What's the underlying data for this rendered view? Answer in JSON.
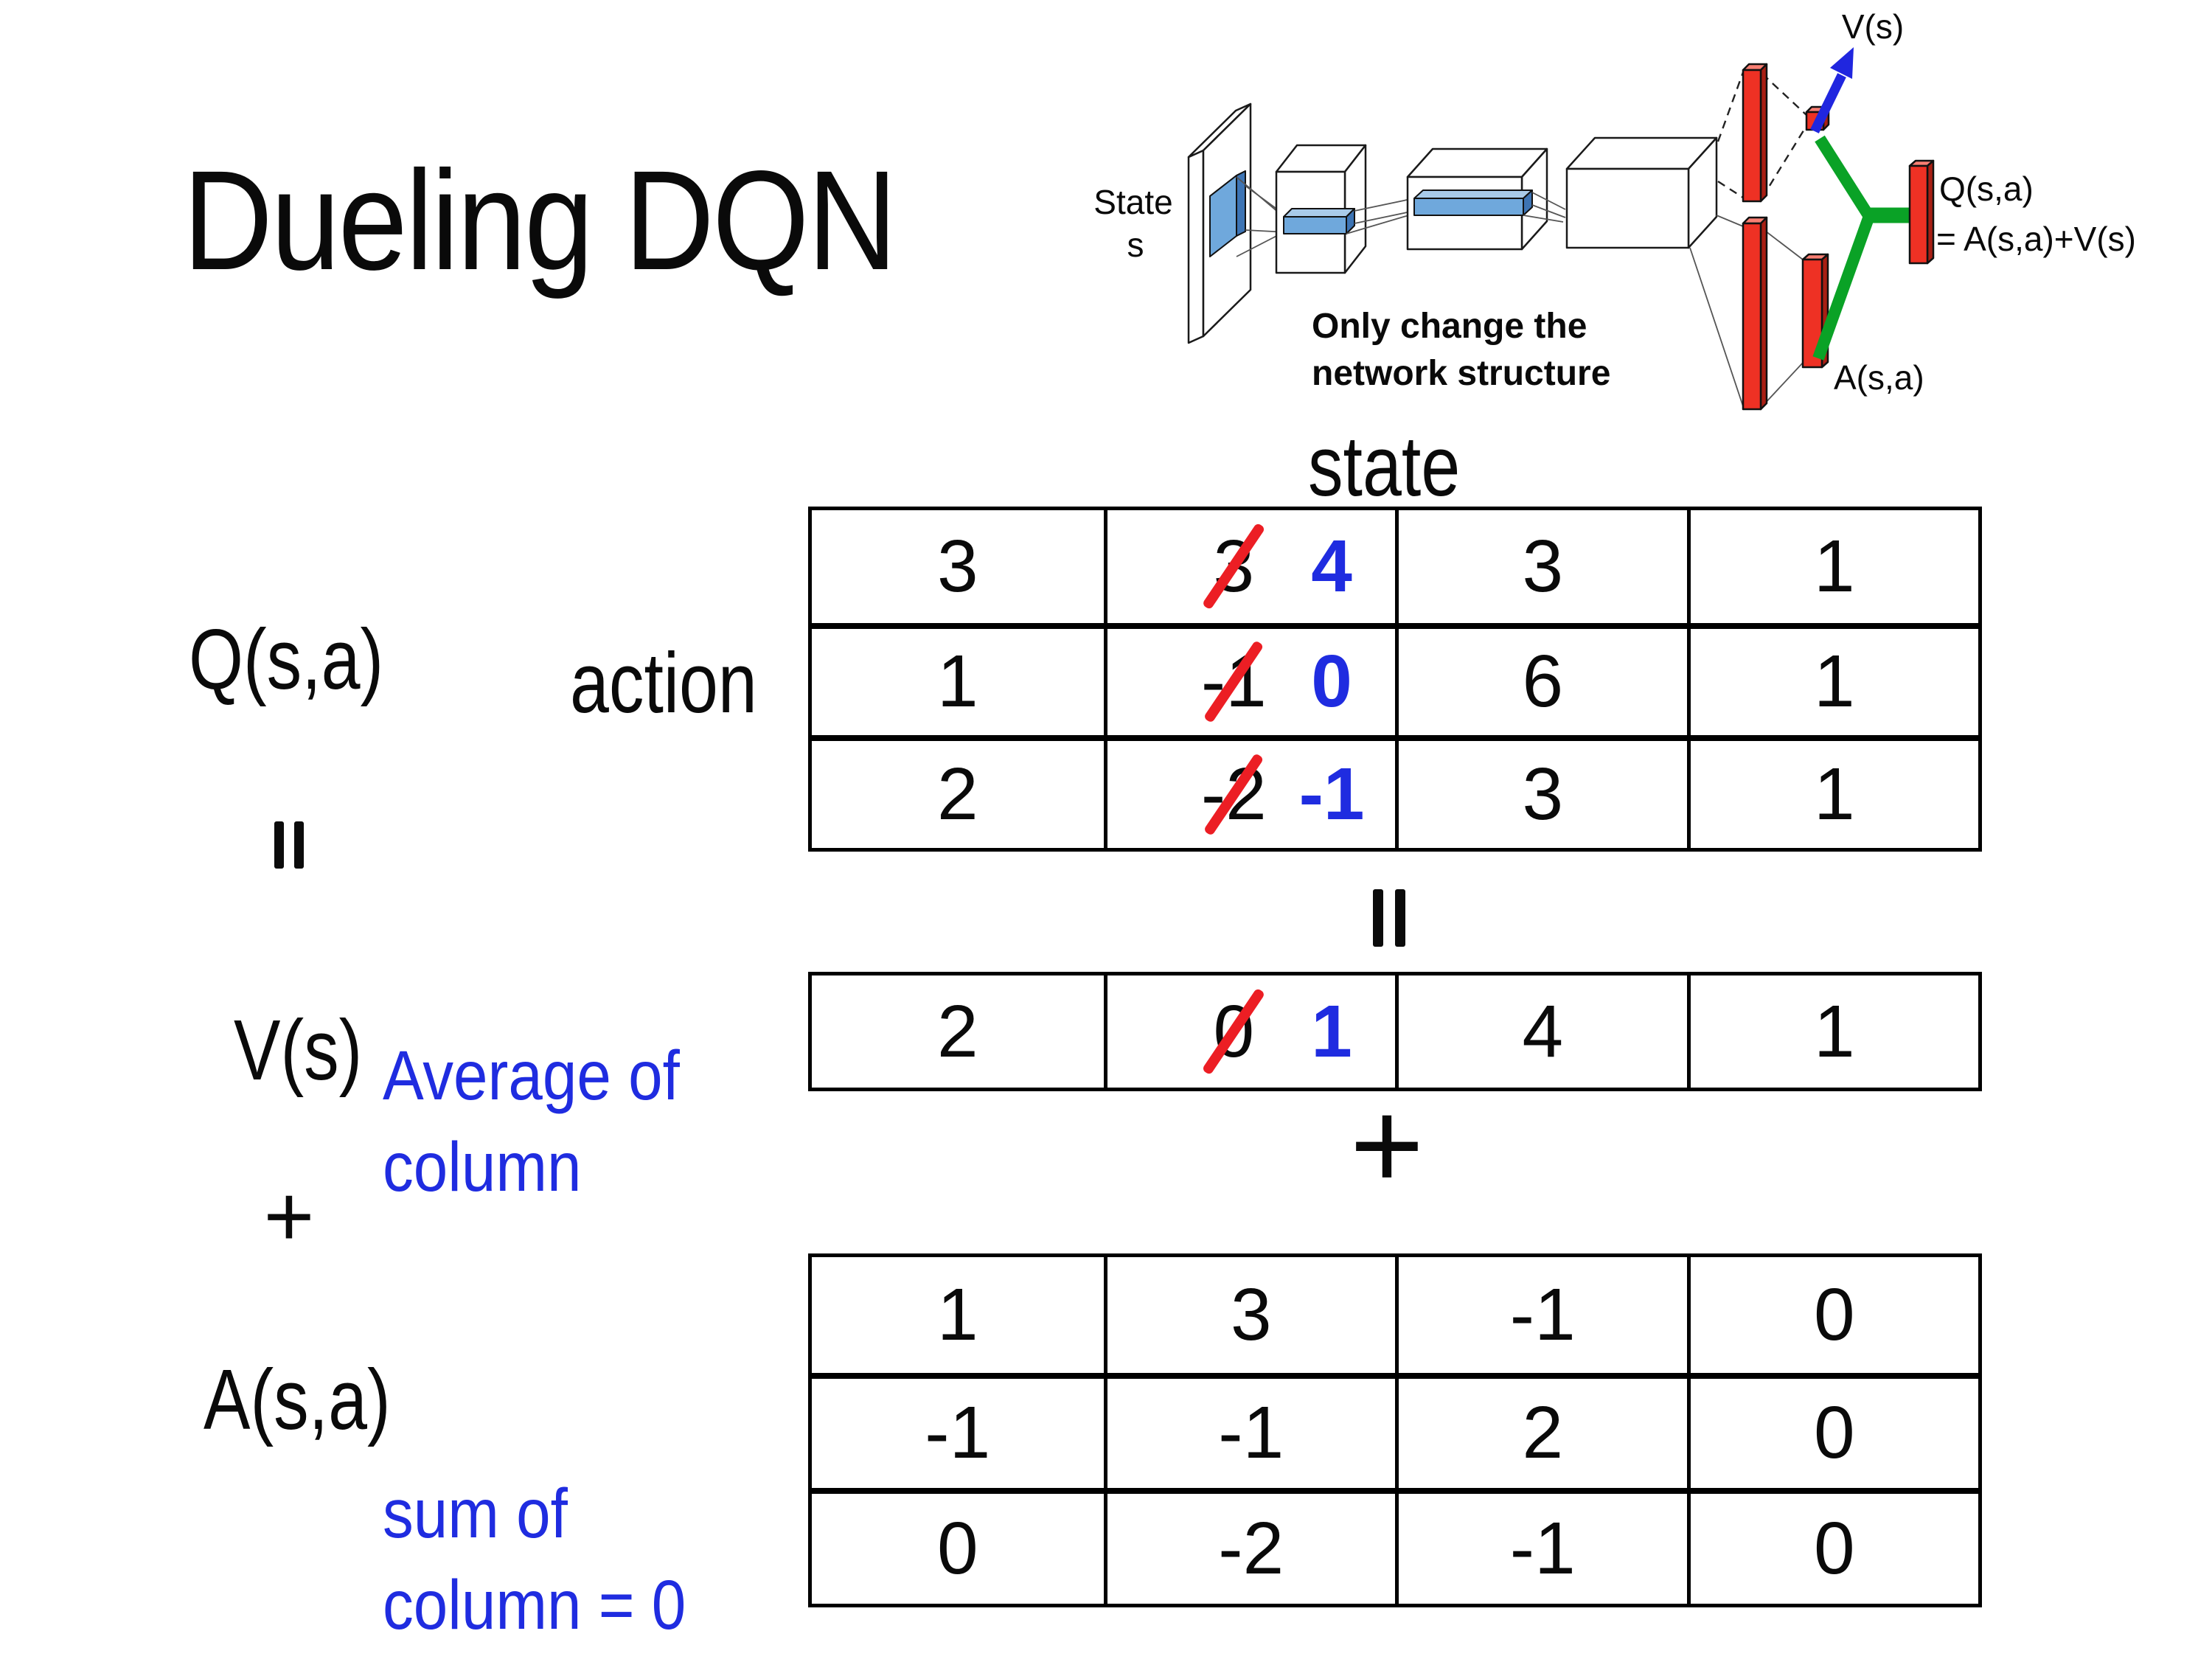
{
  "title": "Dueling DQN",
  "colors": {
    "annotation_blue": "#1f2ce0",
    "strike_red": "#ec1e24",
    "layer_red": "#ee3124",
    "feature_map_blue": "#6fa8dc",
    "merge_green": "#0aa226",
    "arrow_blue": "#2026df"
  },
  "diagram": {
    "state_line1": "State",
    "state_line2": "s",
    "v_out": "V(s)",
    "q_out1": "Q(s,a)",
    "q_out2": "= A(s,a)+V(s)",
    "a_out": "A(s,a)",
    "note1": "Only change the",
    "note2": "network structure"
  },
  "eq": {
    "q_label": "Q(s,a)",
    "action_label": "action",
    "state_header": "state",
    "v_label": "V(s)",
    "a_label": "A(s,a)",
    "avg1": "Average of",
    "avg2": "column",
    "sum1": "sum of",
    "sum2": "column = 0",
    "plus": "+",
    "equals": "="
  },
  "q_table": {
    "rows": [
      {
        "cells": [
          {
            "value": "3"
          },
          {
            "old": "3",
            "new": "4"
          },
          {
            "value": "3"
          },
          {
            "value": "1"
          }
        ]
      },
      {
        "cells": [
          {
            "value": "1"
          },
          {
            "old": "-1",
            "new": "0"
          },
          {
            "value": "6"
          },
          {
            "value": "1"
          }
        ]
      },
      {
        "cells": [
          {
            "value": "2"
          },
          {
            "old": "-2",
            "new": "-1"
          },
          {
            "value": "3"
          },
          {
            "value": "1"
          }
        ]
      }
    ]
  },
  "v_table": {
    "cells": [
      {
        "value": "2"
      },
      {
        "old": "0",
        "new": "1"
      },
      {
        "value": "4"
      },
      {
        "value": "1"
      }
    ]
  },
  "a_table": {
    "rows": [
      {
        "cells": [
          {
            "value": "1"
          },
          {
            "value": "3"
          },
          {
            "value": "-1"
          },
          {
            "value": "0"
          }
        ]
      },
      {
        "cells": [
          {
            "value": "-1"
          },
          {
            "value": "-1"
          },
          {
            "value": "2"
          },
          {
            "value": "0"
          }
        ]
      },
      {
        "cells": [
          {
            "value": "0"
          },
          {
            "value": "-2"
          },
          {
            "value": "-1"
          },
          {
            "value": "0"
          }
        ]
      }
    ]
  }
}
